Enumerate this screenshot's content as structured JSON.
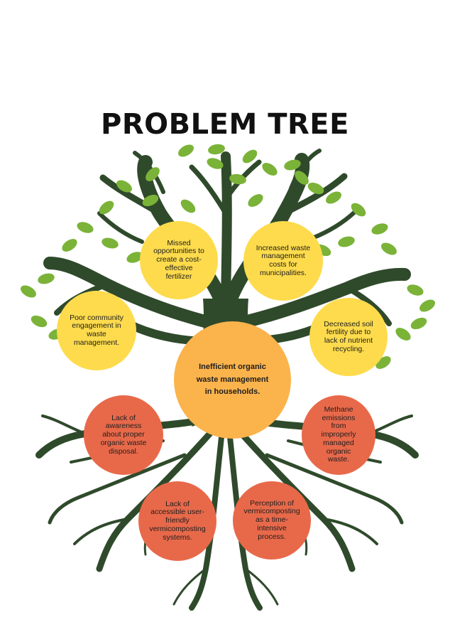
{
  "title": "PROBLEM TREE",
  "core_problem": "Inefficient organic waste management in households.",
  "effects": [
    "Missed opportunities to create a cost-effective fertilizer",
    "Increased waste management costs for municipalities.",
    "Poor community engagement in waste management.",
    "Decreased soil fertility due to lack of nutrient recycling."
  ],
  "causes": [
    "Lack of awareness about proper organic waste disposal.",
    "Methane emissions from improperly managed organic waste.",
    "Lack of accessible user-friendly vermicomposting systems.",
    "Perception of vermicomposting as a time-intensive process."
  ],
  "colors": {
    "trunk": "#2f4a2b",
    "leaf": "#7ab338",
    "effect_circle": "#fddb4c",
    "core_circle": "#fbb34c",
    "cause_circle": "#e8694a",
    "title": "#111111"
  }
}
